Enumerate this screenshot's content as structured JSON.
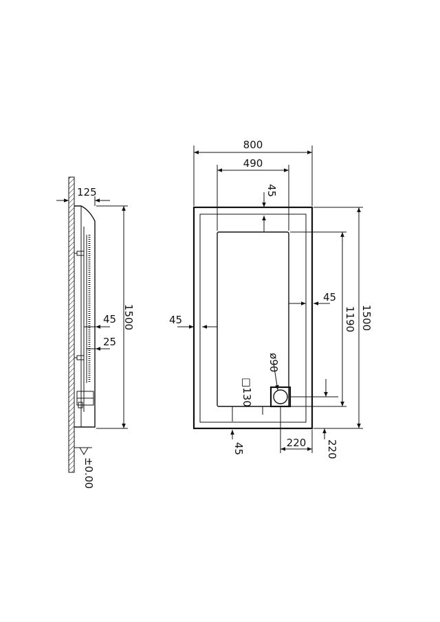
{
  "drawing": {
    "top_view": {
      "overall_width": "800",
      "inner_width": "490",
      "top_margin": "45",
      "right_margin": "45",
      "left_margin": "45",
      "bottom_margin": "45",
      "overall_length": "1500",
      "inner_length": "1190",
      "drain_diameter": "ø90",
      "drain_square": "□130",
      "drain_offset_x": "220",
      "drain_offset_y": "220"
    },
    "side_view": {
      "wall_offset": "125",
      "rim_height": "45",
      "base_height": "25",
      "length": "1500",
      "floor_level": "±0.00"
    }
  },
  "colors": {
    "line": "#111111",
    "background": "#ffffff"
  }
}
